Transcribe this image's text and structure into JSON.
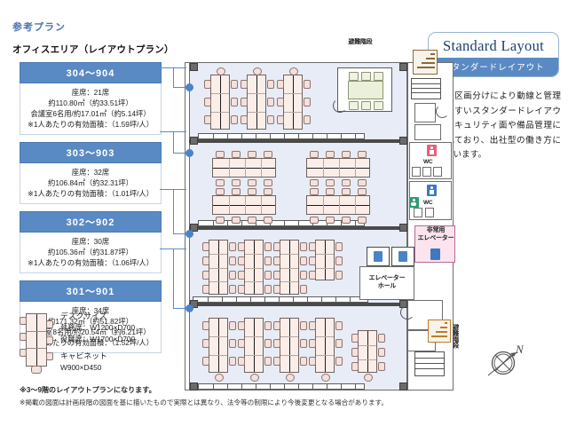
{
  "header": {
    "kicker": "参考プラン",
    "section_title": "オフィスエリア（レイアウトプラン）"
  },
  "plans": [
    {
      "id": "plan-304-904",
      "name": "304〜904",
      "lines": [
        "座席：21席",
        "約110.80㎡（約33.51坪）",
        "会議室6名用/約17.01㎡（約5.14坪）",
        "※1人あたりの有効面積：（1.59坪/人）"
      ]
    },
    {
      "id": "plan-303-903",
      "name": "303〜903",
      "lines": [
        "座席：32席",
        "約106.84㎡（約32.31坪）",
        "※1人あたりの有効面積：（1.01坪/人）"
      ]
    },
    {
      "id": "plan-302-902",
      "name": "302〜902",
      "lines": [
        "座席：30席",
        "約105.36㎡（約31.87坪）",
        "※1人あたりの有効面積：（1.06坪/人）"
      ]
    },
    {
      "id": "plan-301-901",
      "name": "301〜901",
      "lines": [
        "座席：34席",
        "約171.32㎡（約51.82坪）",
        "会議室8名用/約20.54㎡（約6.21坪）",
        "※1人あたりの有効面積：（1.52坪/人）"
      ]
    }
  ],
  "legend": {
    "desk_heading": "デスクサイズ",
    "desk_line1": "執務席：W1200×D700",
    "desk_line2": "役職席：W1700×D700",
    "cabinet_heading": "キャビネット",
    "cabinet_line1": "W900×D450"
  },
  "footnotes": [
    "※3〜9階のレイアウトプランになります。",
    "※掲載の図面は計画段階の図面を基に描いたもので実際とは異なり、法令等の制限により今後変更となる場合があります。"
  ],
  "badge": {
    "title_en": "Standard Layout",
    "title_jp": "スタンダードレイアウト"
  },
  "description": "明確な区画分けにより動線と管理がしやすいスタンダードレイアウト。セキュリティ面や備品管理にも優れており、出社型の働き方に適しています。",
  "plan_labels": {
    "stairs_top": "避難階段",
    "stairs_bottom": "避難階段",
    "emergency_elevator": "非常用\nエレベーター",
    "elevator_hall": "エレベーター\nホール",
    "wc_upper": "WC",
    "wc_lower": "WC"
  },
  "compass": {
    "north": "N"
  },
  "colors": {
    "accent": "#5a8ac4",
    "accent_dark": "#1e3f73",
    "room_fill": "#e7ecf6",
    "desk_fill": "#fbeee9",
    "meeting_fill": "#eaf0da",
    "emergency_fill": "#fbe4ee"
  }
}
